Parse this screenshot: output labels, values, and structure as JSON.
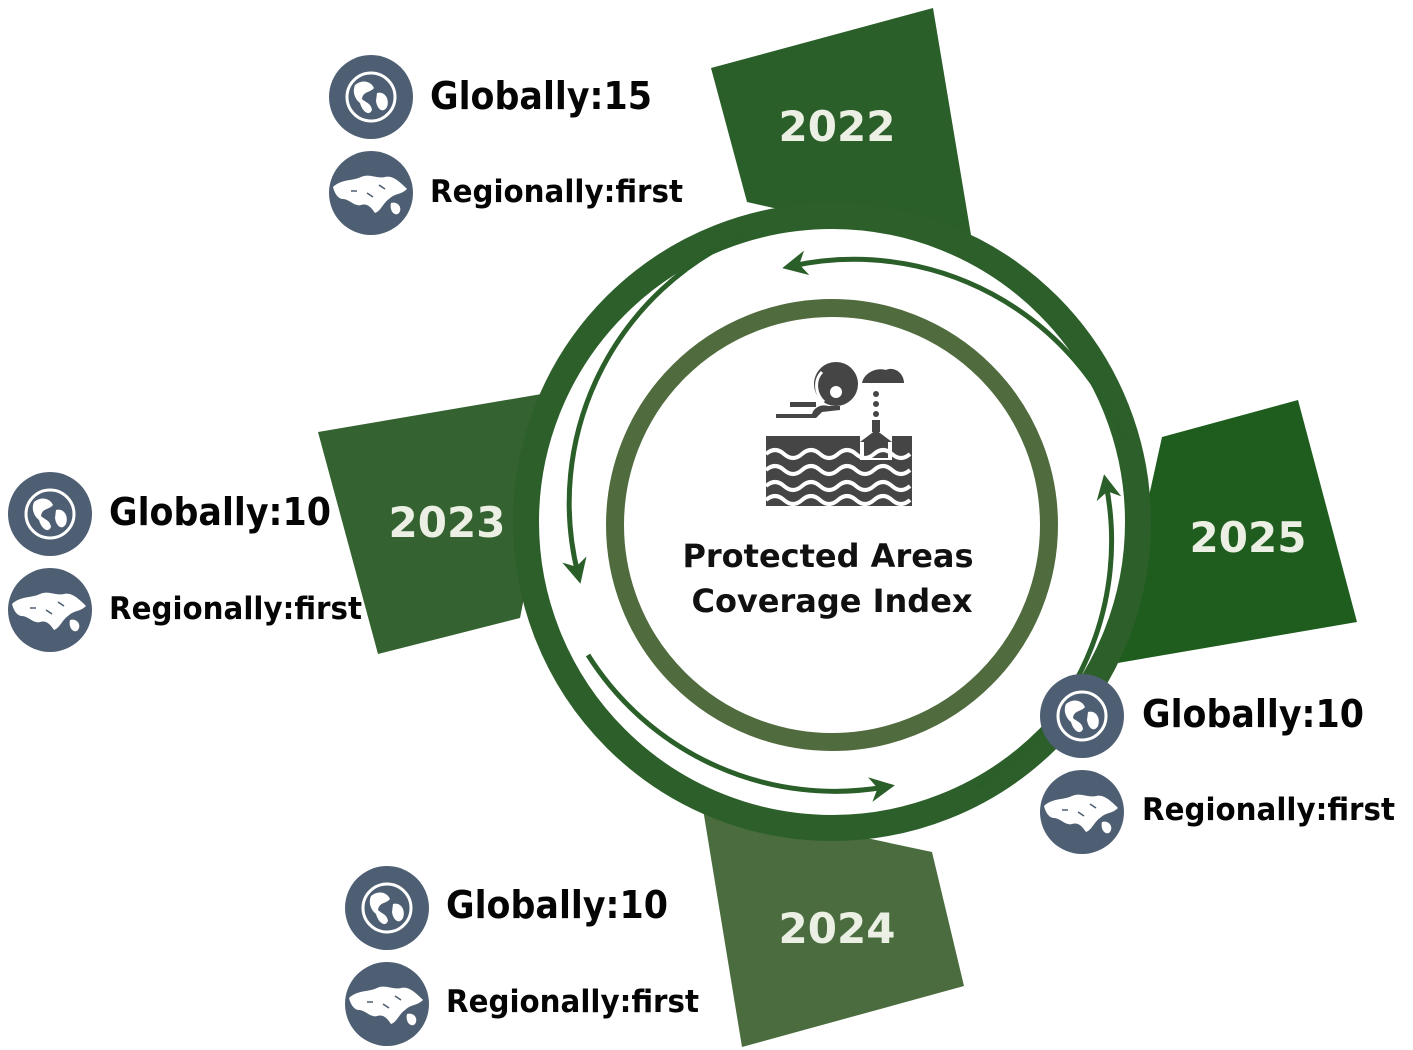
{
  "center": {
    "title_line1": "Protected Areas",
    "title_line2": "Coverage Index",
    "icon": "protected-sea-icon"
  },
  "years": [
    {
      "year": "2022",
      "globally": "Globally:15",
      "regionally": "Regionally:first"
    },
    {
      "year": "2023",
      "globally": "Globally:10",
      "regionally": "Regionally:first"
    },
    {
      "year": "2024",
      "globally": "Globally:10",
      "regionally": "Regionally:first"
    },
    {
      "year": "2025",
      "globally": "Globally:10",
      "regionally": "Regionally:first"
    }
  ],
  "icons": {
    "globe": "globe-icon",
    "region": "arab-region-map-icon"
  },
  "colors": {
    "dark_green": "#2b5f29",
    "mid_green": "#3a6a33",
    "olive_green": "#4f6b3f",
    "ring_green": "#506b3e",
    "badge_slate": "#4e5f73",
    "year_text": "#ecefe3"
  }
}
